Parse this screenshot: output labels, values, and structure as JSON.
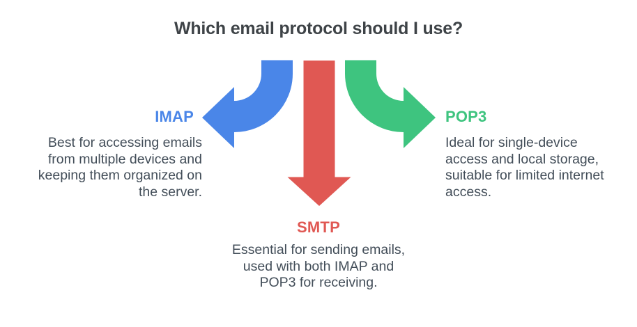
{
  "title": "Which email protocol should I use?",
  "colors": {
    "background": "#ffffff",
    "title_text": "#3e4347",
    "body_text": "#424d58",
    "imap": "#4a86e8",
    "smtp": "#e05853",
    "pop3": "#3ec47f"
  },
  "branches": {
    "imap": {
      "label": "IMAP",
      "description": "Best for accessing emails\nfrom multiple devices and\nkeeping them organized on\nthe server."
    },
    "smtp": {
      "label": "SMTP",
      "description": "Essential for sending emails,\nused with both IMAP and\nPOP3 for receiving."
    },
    "pop3": {
      "label": "POP3",
      "description": "Ideal for single-device\naccess and local storage,\nsuitable for limited internet\naccess."
    }
  }
}
